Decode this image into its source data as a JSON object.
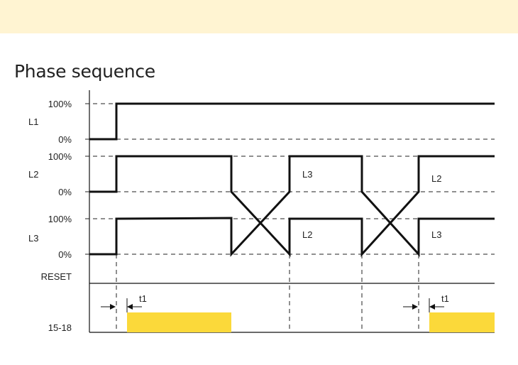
{
  "header": {
    "band_color": "#fff4d2"
  },
  "title": "Phase sequence",
  "rows": [
    {
      "label": "L1",
      "level_high": "100%",
      "level_low": "0%"
    },
    {
      "label": "L2",
      "level_high": "100%",
      "level_low": "0%"
    },
    {
      "label": "L3",
      "level_high": "100%",
      "level_low": "0%"
    }
  ],
  "reset_label": "RESET",
  "relay_label": "15-18",
  "annotations": {
    "l2_segment3": "L3",
    "l2_segment5": "L2",
    "l3_segment3": "L2",
    "l3_segment5": "L3",
    "delay_1": "t1",
    "delay_2": "t1"
  },
  "colors": {
    "signal": "#111111",
    "relay_active": "#fbd93a"
  }
}
